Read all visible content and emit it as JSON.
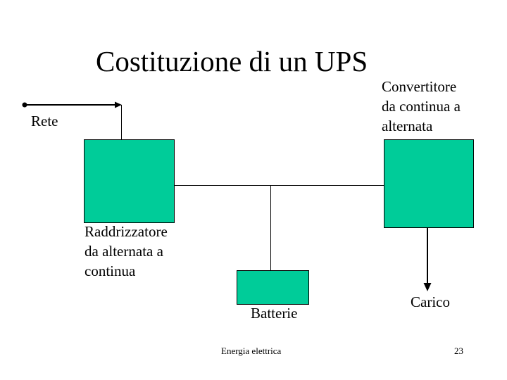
{
  "slide": {
    "title": "Costituzione di un UPS",
    "labels": {
      "rete": "Rete",
      "convertitore": "Convertitore\nda continua a\nalternata",
      "raddrizzatore": "Raddrizzatore\nda alternata a\ncontinua",
      "batterie": "Batterie",
      "carico": "Carico"
    },
    "footer": {
      "left": "Energia elettrica",
      "page_number": "23"
    },
    "colors": {
      "background": "#FFFFFF",
      "block_fill": "#00CC99",
      "block_border": "#000000",
      "line": "#000000",
      "text": "#000000"
    }
  }
}
